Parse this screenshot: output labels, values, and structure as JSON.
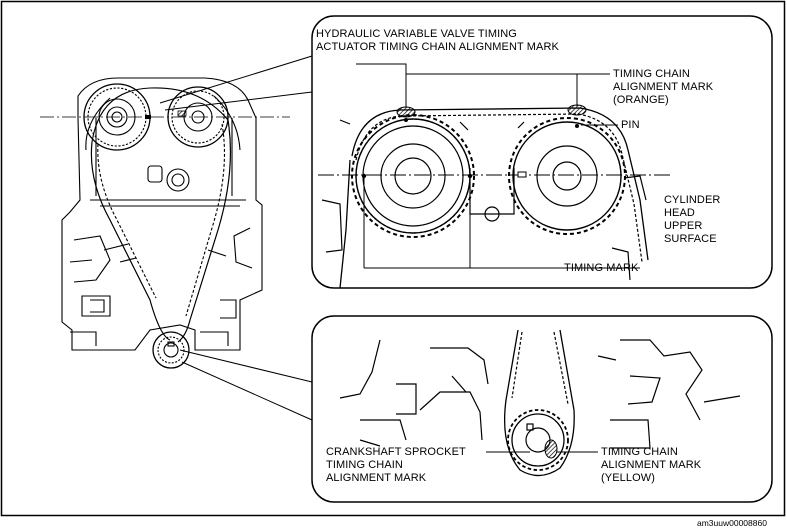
{
  "labels": {
    "hydraulic_line1": "HYDRAULIC VARIABLE VALVE TIMING",
    "hydraulic_line2": "ACTUATOR TIMING CHAIN ALIGNMENT MARK",
    "chain_mark_orange_line1": "TIMING CHAIN",
    "chain_mark_orange_line2": "ALIGNMENT MARK",
    "chain_mark_orange_line3": "(ORANGE)",
    "pin": "PIN",
    "cyl_line1": "CYLINDER",
    "cyl_line2": "HEAD",
    "cyl_line3": "UPPER",
    "cyl_line4": "SURFACE",
    "timing_mark": "TIMING MARK",
    "crank_line1": "CRANKSHAFT SPROCKET",
    "crank_line2": "TIMING CHAIN",
    "crank_line3": "ALIGNMENT MARK",
    "chain_mark_yellow_line1": "TIMING CHAIN",
    "chain_mark_yellow_line2": "ALIGNMENT MARK",
    "chain_mark_yellow_line3": "(YELLOW)"
  },
  "figure_code": "am3uuw00008860",
  "colors": {
    "line": "#000000",
    "background": "#ffffff",
    "mark_hatch": "#000000"
  }
}
